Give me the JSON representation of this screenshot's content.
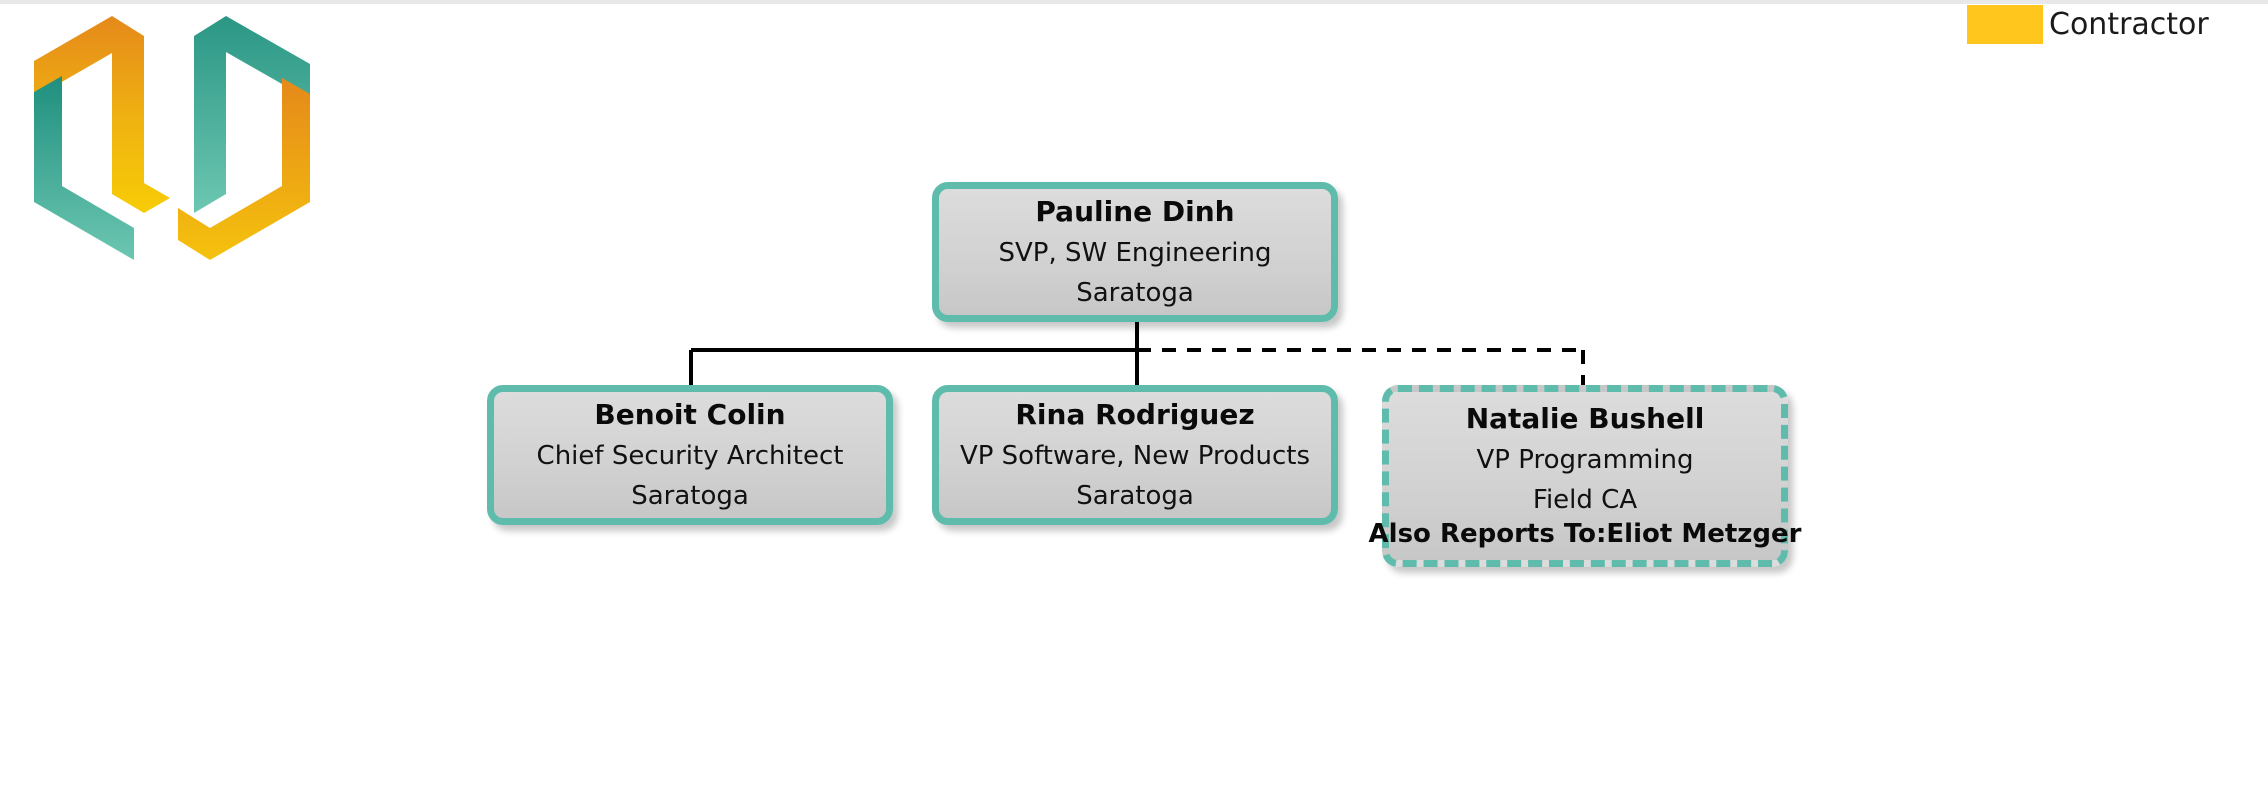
{
  "legend": {
    "swatch_color": "#ffc61e",
    "label": "Contractor"
  },
  "logo": {
    "name": "company-logo",
    "colors": {
      "orange": "#e58a1a",
      "yellow": "#f5c20d",
      "teal_dark": "#1f8f7e",
      "teal_light": "#63c3ae"
    }
  },
  "theme": {
    "node_border": "#5fbcac",
    "node_fill_top": "#dcdcdc",
    "node_fill_bottom": "#c7c7c7",
    "edge_color": "#000000",
    "background": "#ffffff"
  },
  "chart_data": {
    "type": "diagram",
    "subtype": "org-chart",
    "title": "",
    "legend": [
      {
        "label": "Contractor",
        "color": "#ffc61e"
      }
    ],
    "nodes": [
      {
        "id": "pauline-dinh",
        "name": "Pauline Dinh",
        "title": "SVP, SW Engineering",
        "location": "Saratoga",
        "extra": "",
        "border_style": "solid",
        "level": 0
      },
      {
        "id": "benoit-colin",
        "name": "Benoit Colin",
        "title": "Chief Security Architect",
        "location": "Saratoga",
        "extra": "",
        "border_style": "solid",
        "level": 1
      },
      {
        "id": "rina-rodriguez",
        "name": "Rina Rodriguez",
        "title": "VP Software, New Products",
        "location": "Saratoga",
        "extra": "",
        "border_style": "solid",
        "level": 1
      },
      {
        "id": "natalie-bushell",
        "name": "Natalie Bushell",
        "title": "VP Programming",
        "location": "Field CA",
        "extra": "Also Reports To:Eliot Metzger",
        "border_style": "dashed",
        "level": 1
      }
    ],
    "edges": [
      {
        "from": "pauline-dinh",
        "to": "benoit-colin",
        "style": "solid"
      },
      {
        "from": "pauline-dinh",
        "to": "rina-rodriguez",
        "style": "solid"
      },
      {
        "from": "pauline-dinh",
        "to": "natalie-bushell",
        "style": "dashed"
      }
    ]
  }
}
